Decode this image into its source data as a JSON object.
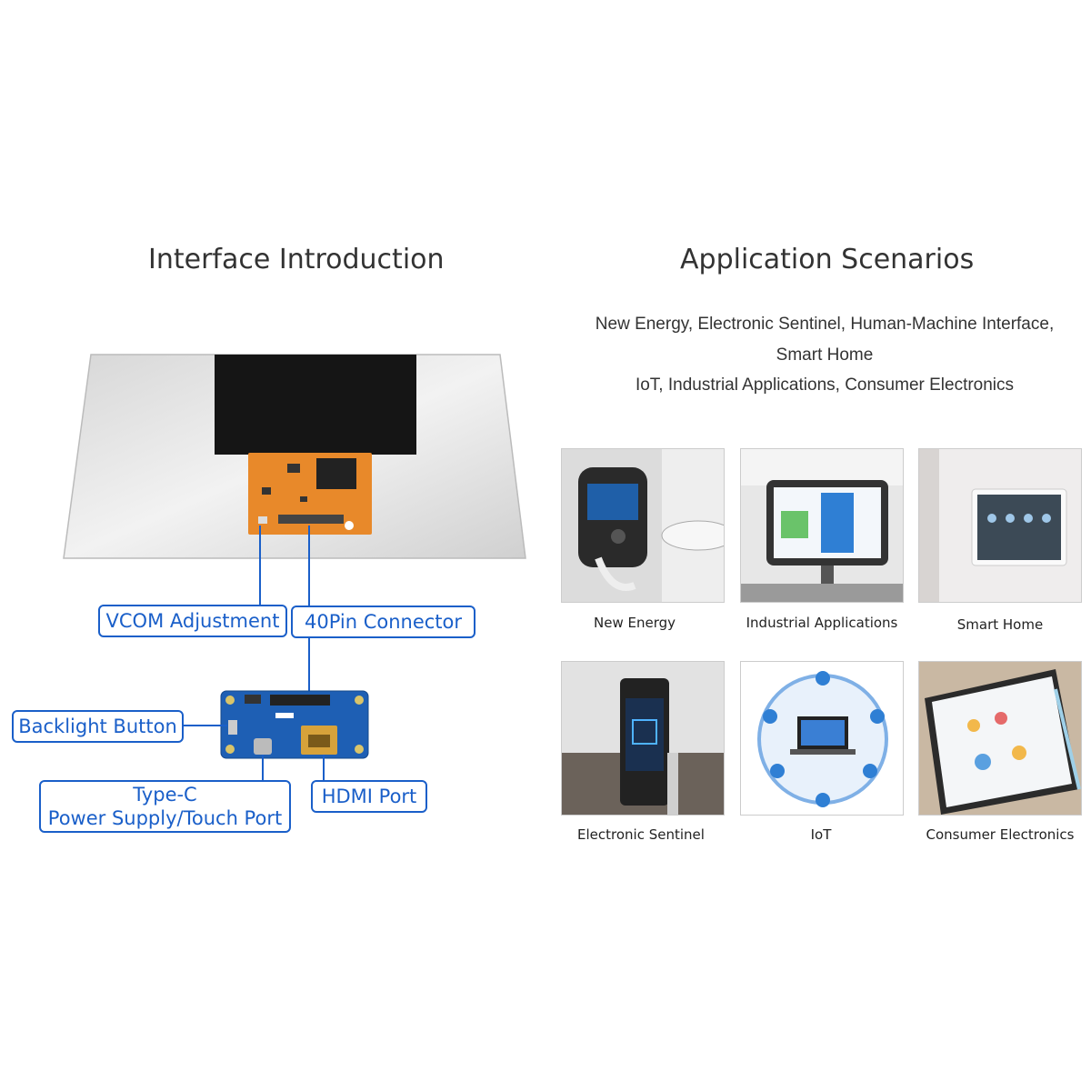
{
  "left": {
    "title": "Interface Introduction",
    "callouts": {
      "vcom": "VCOM Adjustment",
      "connector": "40Pin Connector",
      "backlight": "Backlight Button",
      "typec_line1": "Type-C",
      "typec_line2": "Power Supply/Touch Port",
      "hdmi": "HDMI Port"
    },
    "colors": {
      "accent": "#1a5fc9",
      "panel": "#e4e4e4",
      "fpc": "#e8892a",
      "board": "#1e5fb4"
    }
  },
  "right": {
    "title": "Application Scenarios",
    "description_lines": [
      "New Energy, Electronic Sentinel, Human-Machine Interface,",
      "Smart Home",
      "IoT, Industrial Applications, Consumer Electronics"
    ],
    "scenarios": [
      {
        "caption": "New Energy"
      },
      {
        "caption": "Industrial Applications"
      },
      {
        "caption": "Smart Home"
      },
      {
        "caption": "Electronic Sentinel"
      },
      {
        "caption": "IoT"
      },
      {
        "caption": "Consumer Electronics"
      }
    ]
  }
}
